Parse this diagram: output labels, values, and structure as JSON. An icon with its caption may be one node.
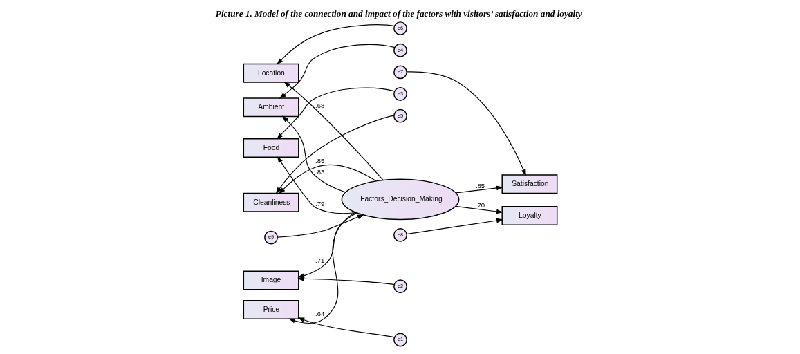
{
  "diagram": {
    "title": "Picture 1. Model of the connection and impact of the factors with visitors’ satisfaction and loyalty",
    "nodes": [
      {
        "text": [
          "e6"
        ]
      },
      {
        "text": [
          "Location"
        ]
      },
      {
        "text": [
          "e5"
        ]
      },
      {
        "text": [
          "Cleanliness"
        ]
      },
      {
        "text": [
          "e4"
        ]
      },
      {
        "text": [
          "Ambient"
        ]
      },
      {
        "text": [
          "e3"
        ]
      },
      {
        "text": [
          "Food"
        ]
      },
      {
        "text": [
          "e2"
        ]
      },
      {
        "text": [
          "Image"
        ]
      },
      {
        "text": [
          "e1"
        ]
      },
      {
        "text": [
          "Price"
        ]
      },
      {
        "text": [
          "e9"
        ]
      },
      {
        "text": [
          "Factors_Decision_Making"
        ]
      },
      {
        "text": [
          "e7"
        ]
      },
      {
        "text": [
          "Satisfaction"
        ]
      },
      {
        "text": [
          "e8"
        ]
      },
      {
        "text": [
          "Loyalty"
        ]
      }
    ],
    "edges": [
      {
        "from": 0,
        "to": 1,
        "arrow": "to"
      },
      {
        "from": 2,
        "to": 3,
        "arrow": "to"
      },
      {
        "from": 4,
        "to": 5,
        "arrow": "to"
      },
      {
        "from": 6,
        "to": 7,
        "arrow": "to"
      },
      {
        "from": 8,
        "to": 9,
        "arrow": "to"
      },
      {
        "from": 10,
        "to": 11,
        "arrow": "to"
      },
      {
        "from": 13,
        "to": 1,
        "label": ".68",
        "arrow": "to"
      },
      {
        "from": 13,
        "to": 3,
        "label": ".85",
        "arrow": "to"
      },
      {
        "from": 13,
        "to": 5,
        "label": ".83",
        "arrow": "to"
      },
      {
        "from": 13,
        "to": 7,
        "label": ".79",
        "arrow": "to"
      },
      {
        "from": 13,
        "to": 9,
        "label": ".71",
        "arrow": "to"
      },
      {
        "from": 13,
        "to": 11,
        "label": ".64",
        "arrow": "to"
      },
      {
        "from": 12,
        "to": 13,
        "arrow": "to"
      },
      {
        "from": 13,
        "to": 15,
        "label": ".85",
        "arrow": "to"
      },
      {
        "from": 14,
        "to": 15,
        "arrow": "to"
      },
      {
        "from": 13,
        "to": 17,
        "label": ".70",
        "arrow": "to"
      },
      {
        "from": 16,
        "to": 17,
        "arrow": "to"
      }
    ]
  }
}
